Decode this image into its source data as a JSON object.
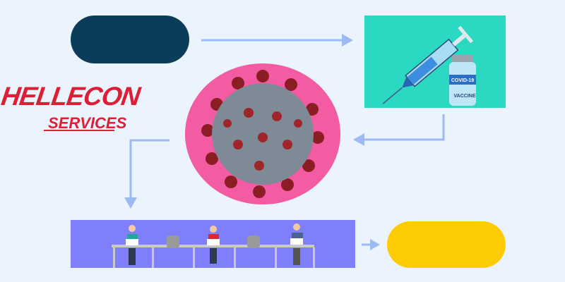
{
  "logo": {
    "line1": "HELLECON",
    "line2": "SERVICES"
  },
  "vaccine": {
    "label": "COVID-19",
    "sublabel": "VACCINE"
  },
  "colors": {
    "background": "#ebf3fd",
    "dark_pill": "#0b3d5b",
    "yellow_pill": "#fdcb02",
    "teal": "#2bd8c1",
    "pink": "#f35ba3",
    "purple": "#7f7ffb",
    "arrow": "#9cbaf4",
    "logo_red": "#dd1f35"
  }
}
